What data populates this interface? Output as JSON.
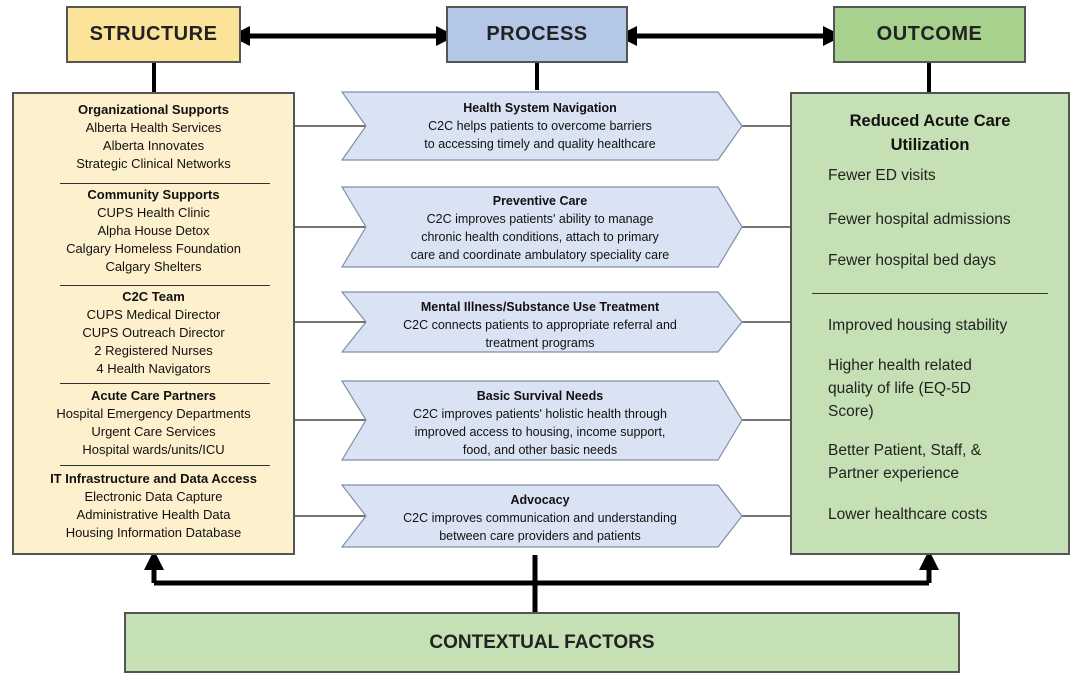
{
  "headers": {
    "structure": "STRUCTURE",
    "process": "PROCESS",
    "outcome": "OUTCOME"
  },
  "structure": {
    "sections": [
      {
        "title": "Organizational Supports",
        "items": [
          "Alberta Health Services",
          "Alberta Innovates",
          "Strategic Clinical Networks"
        ]
      },
      {
        "title": "Community Supports",
        "items": [
          "CUPS Health Clinic",
          "Alpha House Detox",
          "Calgary Homeless Foundation",
          "Calgary Shelters"
        ]
      },
      {
        "title": "C2C Team",
        "items": [
          "CUPS Medical Director",
          "CUPS Outreach Director",
          "2 Registered Nurses",
          "4 Health Navigators"
        ]
      },
      {
        "title": "Acute Care Partners",
        "items": [
          "Hospital Emergency Departments",
          "Urgent Care Services",
          "Hospital wards/units/ICU"
        ]
      },
      {
        "title": "IT Infrastructure and Data Access",
        "items": [
          "Electronic Data Capture",
          "Administrative Health Data",
          "Housing Information Database"
        ]
      }
    ]
  },
  "process": {
    "steps": [
      {
        "title": "Health System Navigation",
        "lines": [
          "C2C helps patients to overcome barriers",
          "to accessing timely and quality healthcare"
        ]
      },
      {
        "title": "Preventive Care",
        "lines": [
          "C2C improves patients' ability to manage",
          "chronic health conditions, attach to primary",
          "care and coordinate ambulatory speciality care"
        ]
      },
      {
        "title": "Mental Illness/Substance Use Treatment",
        "lines": [
          "C2C connects patients to appropriate referral and",
          "treatment programs"
        ]
      },
      {
        "title": "Basic Survival Needs",
        "lines": [
          "C2C improves patients' holistic health through",
          "improved access to housing, income support,",
          "food, and other basic needs"
        ]
      },
      {
        "title": "Advocacy",
        "lines": [
          "C2C improves communication and understanding",
          "between care providers and patients"
        ]
      }
    ]
  },
  "outcome": {
    "title_lines": [
      "Reduced Acute Care",
      "Utilization"
    ],
    "group1": [
      "Fewer ED visits",
      "Fewer hospital admissions",
      "Fewer hospital bed days"
    ],
    "group2": [
      {
        "lines": [
          "Improved housing stability"
        ]
      },
      {
        "lines": [
          "Higher health related",
          "quality of life (EQ-5D",
          "Score)"
        ]
      },
      {
        "lines": [
          "Better Patient, Staff, &",
          "Partner experience"
        ]
      },
      {
        "lines": [
          "Lower healthcare costs"
        ]
      }
    ]
  },
  "contextual": "CONTEXTUAL FACTORS",
  "colors": {
    "structure_header": "#fce39a",
    "structure_panel": "#fdf0cc",
    "process_header": "#b4c7e7",
    "chevron": "#dae3f3",
    "outcome_header": "#a9d18e",
    "outcome_panel": "#c5e0b4",
    "contextual": "#c5e0b4"
  }
}
